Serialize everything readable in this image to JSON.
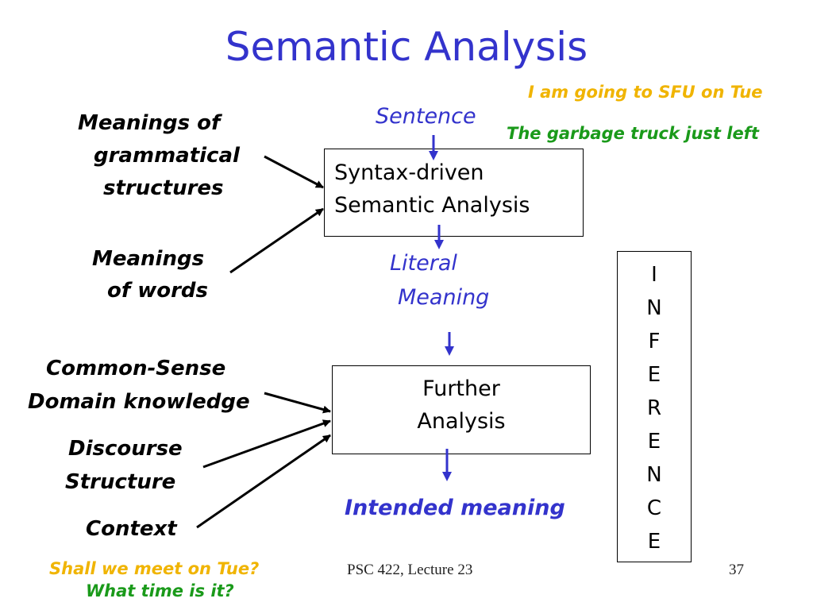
{
  "title": "Semantic Analysis",
  "examples": {
    "top1": "I am going to SFU on Tue",
    "top2": "The garbage truck just left",
    "bottom1": "Shall we meet on Tue?",
    "bottom2": "What time is it?"
  },
  "left_labels": {
    "grammatical": [
      "Meanings of",
      "grammatical",
      "structures"
    ],
    "words": [
      "Meanings",
      "of words"
    ],
    "common_sense": [
      "Common-Sense",
      "Domain knowledge"
    ],
    "discourse": [
      "Discourse",
      "Structure"
    ],
    "context": "Context"
  },
  "flow": {
    "sentence": "Sentence",
    "syntax_box": [
      "Syntax-driven",
      "Semantic Analysis"
    ],
    "literal": [
      "Literal",
      "Meaning"
    ],
    "further_box": [
      "Further",
      "Analysis"
    ],
    "intended": "Intended meaning"
  },
  "inference_letters": [
    "I",
    "N",
    "F",
    "E",
    "R",
    "E",
    "N",
    "C",
    "E"
  ],
  "footer": {
    "course": "PSC 422, Lecture 23",
    "page": "37"
  },
  "colors": {
    "title": "#3333cc",
    "flow_text": "#3333cc",
    "arrow_blue": "#3333cc",
    "example_orange": "#f0b400",
    "example_green": "#1a9a1a"
  }
}
